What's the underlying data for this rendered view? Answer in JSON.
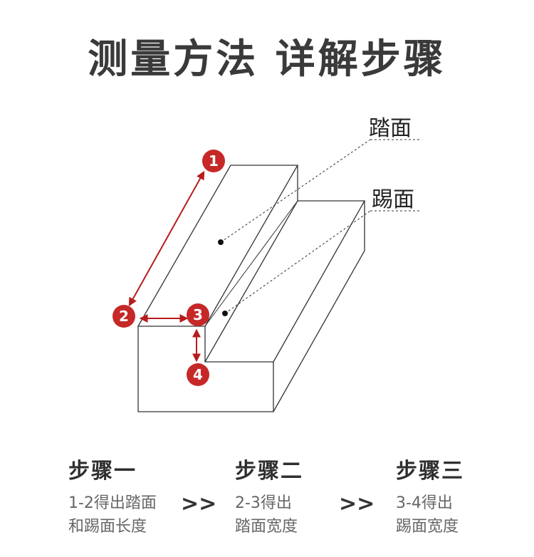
{
  "title": "测量方法 详解步骤",
  "labels": {
    "tread": "踏面",
    "riser": "踢面"
  },
  "markers": [
    "1",
    "2",
    "3",
    "4"
  ],
  "steps": [
    {
      "title": "步骤一",
      "line1": "1-2得出踏面",
      "line2": "和踢面长度"
    },
    {
      "title": "步骤二",
      "line1": "2-3得出",
      "line2": "踏面宽度"
    },
    {
      "title": "步骤三",
      "line1": "3-4得出",
      "line2": "踢面宽度"
    }
  ],
  "separators": [
    ">>",
    ">>"
  ],
  "colors": {
    "marker": "#c62828",
    "arrow": "#b71c1c",
    "line": "#333333"
  }
}
